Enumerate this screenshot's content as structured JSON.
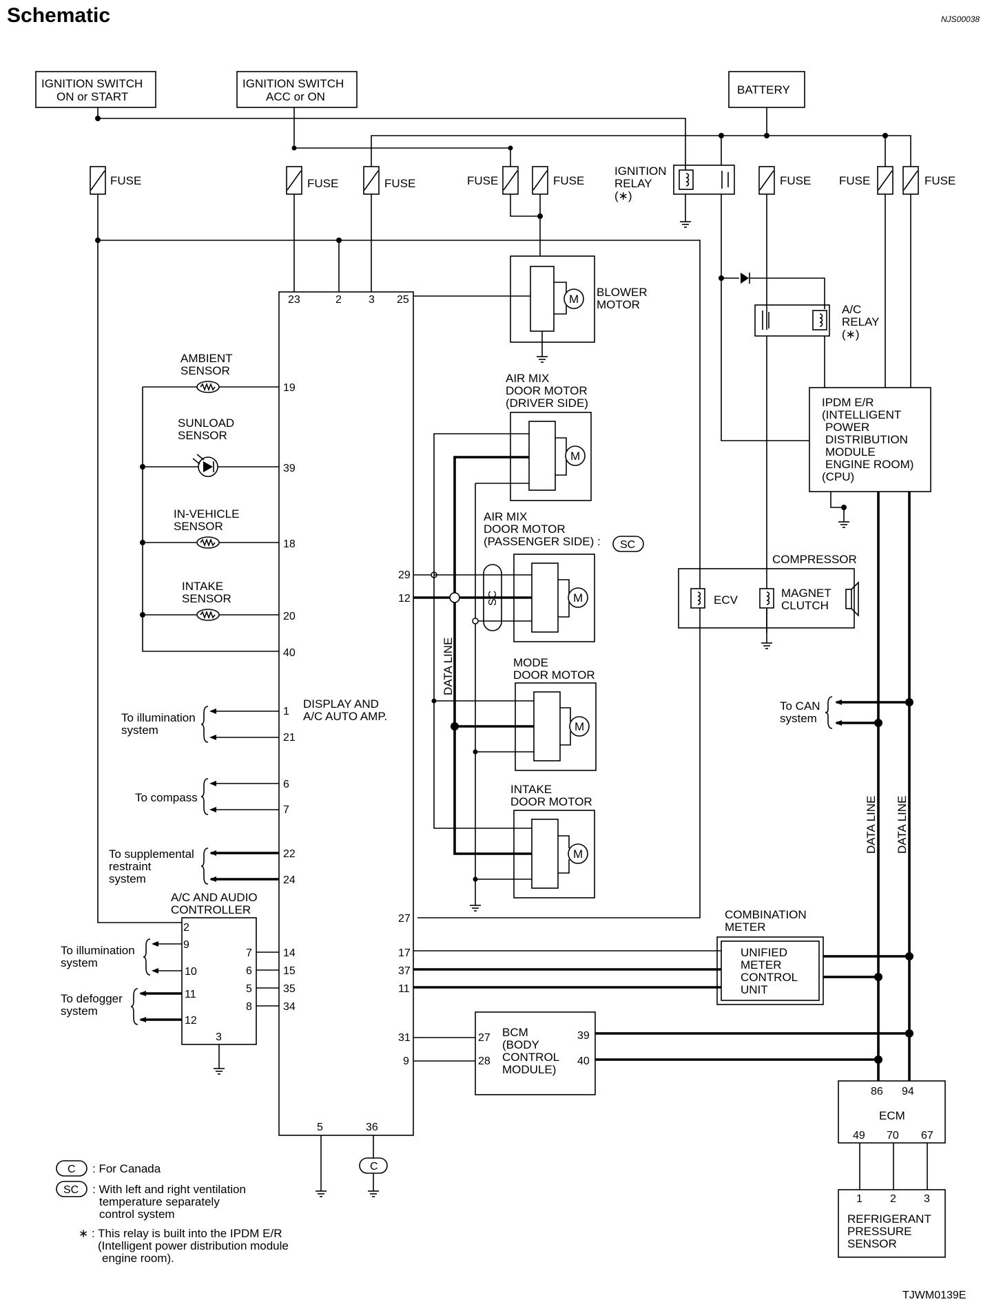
{
  "page": {
    "title": "Schematic",
    "doc_code": "NJS00038",
    "figure_code": "TJWM0139E"
  },
  "power": {
    "ign_on_start": [
      "IGNITION SWITCH",
      "ON or START"
    ],
    "ign_acc_on": [
      "IGNITION SWITCH",
      "ACC or ON"
    ],
    "battery": "BATTERY",
    "fuse": "FUSE",
    "ignition_relay": [
      "IGNITION",
      "RELAY",
      "(∗)"
    ],
    "ac_relay": [
      "A/C",
      "RELAY",
      "(∗)"
    ]
  },
  "amp": {
    "label": [
      "DISPLAY AND",
      "A/C AUTO AMP."
    ],
    "top_pins": [
      "23",
      "2",
      "3",
      "25"
    ],
    "left_pins": [
      "19",
      "39",
      "18",
      "20",
      "40",
      "1",
      "21",
      "6",
      "7",
      "22",
      "24",
      "14",
      "15",
      "35",
      "34"
    ],
    "right_pins": [
      "29",
      "12",
      "27",
      "17",
      "37",
      "11",
      "31",
      "9"
    ],
    "bottom_pins": [
      "5",
      "36"
    ]
  },
  "sensors": {
    "ambient": [
      "AMBIENT",
      "SENSOR"
    ],
    "sunload": [
      "SUNLOAD",
      "SENSOR"
    ],
    "in_vehicle": [
      "IN-VEHICLE",
      "SENSOR"
    ],
    "intake": [
      "INTAKE",
      "SENSOR"
    ]
  },
  "external": {
    "illumination": [
      "To illumination",
      "system"
    ],
    "compass": "To compass",
    "srs": [
      "To supplemental",
      "restraint",
      "system"
    ],
    "illumination2": [
      "To illumination",
      "system"
    ],
    "defogger": [
      "To defogger",
      "system"
    ],
    "can": [
      "To CAN",
      "system"
    ]
  },
  "controller": {
    "label": [
      "A/C AND AUDIO",
      "CONTROLLER"
    ],
    "left_pins": [
      "2",
      "9",
      "10",
      "11",
      "12"
    ],
    "right_pins": [
      "7",
      "6",
      "5",
      "8"
    ],
    "bottom_pin": "3"
  },
  "motors": {
    "blower": [
      "BLOWER",
      "MOTOR"
    ],
    "air_mix_driver": [
      "AIR MIX",
      "DOOR MOTOR",
      "(DRIVER SIDE)"
    ],
    "air_mix_passenger": [
      "AIR MIX",
      "DOOR MOTOR",
      "(PASSENGER SIDE) :"
    ],
    "mode": [
      "MODE",
      "DOOR MOTOR"
    ],
    "intake": [
      "INTAKE",
      "DOOR MOTOR"
    ],
    "motor_symbol": "M",
    "sc_tag": "SC",
    "data_line": "DATA LINE"
  },
  "ipdm": [
    "IPDM E/R",
    "(INTELLIGENT",
    "POWER",
    "DISTRIBUTION",
    "MODULE",
    "ENGINE ROOM)",
    "(CPU)"
  ],
  "compressor": {
    "label": "COMPRESSOR",
    "ecv": "ECV",
    "magnet": [
      "MAGNET",
      "CLUTCH"
    ]
  },
  "meter": {
    "label": [
      "COMBINATION",
      "METER"
    ],
    "unit": [
      "UNIFIED",
      "METER",
      "CONTROL",
      "UNIT"
    ]
  },
  "bcm": {
    "label": [
      "BCM",
      "(BODY",
      "CONTROL",
      "MODULE)"
    ],
    "pins": [
      "27",
      "28",
      "39",
      "40"
    ]
  },
  "ecm": {
    "label": "ECM",
    "top_pins": [
      "86",
      "94"
    ],
    "bottom_pins": [
      "49",
      "70",
      "67"
    ]
  },
  "refrigerant": {
    "label": [
      "REFRIGERANT",
      "PRESSURE",
      "SENSOR"
    ],
    "pins": [
      "1",
      "2",
      "3"
    ]
  },
  "data_line_label": "DATA LINE",
  "legend": {
    "c_tag": "C",
    "c_text": ": For Canada",
    "sc_tag": "SC",
    "sc_text": [
      ": With left and right ventilation",
      "temperature separately",
      "control system"
    ],
    "star_text": [
      "∗ : This relay is built into the IPDM E/R",
      "(Intelligent power distribution module",
      "engine room)."
    ]
  }
}
